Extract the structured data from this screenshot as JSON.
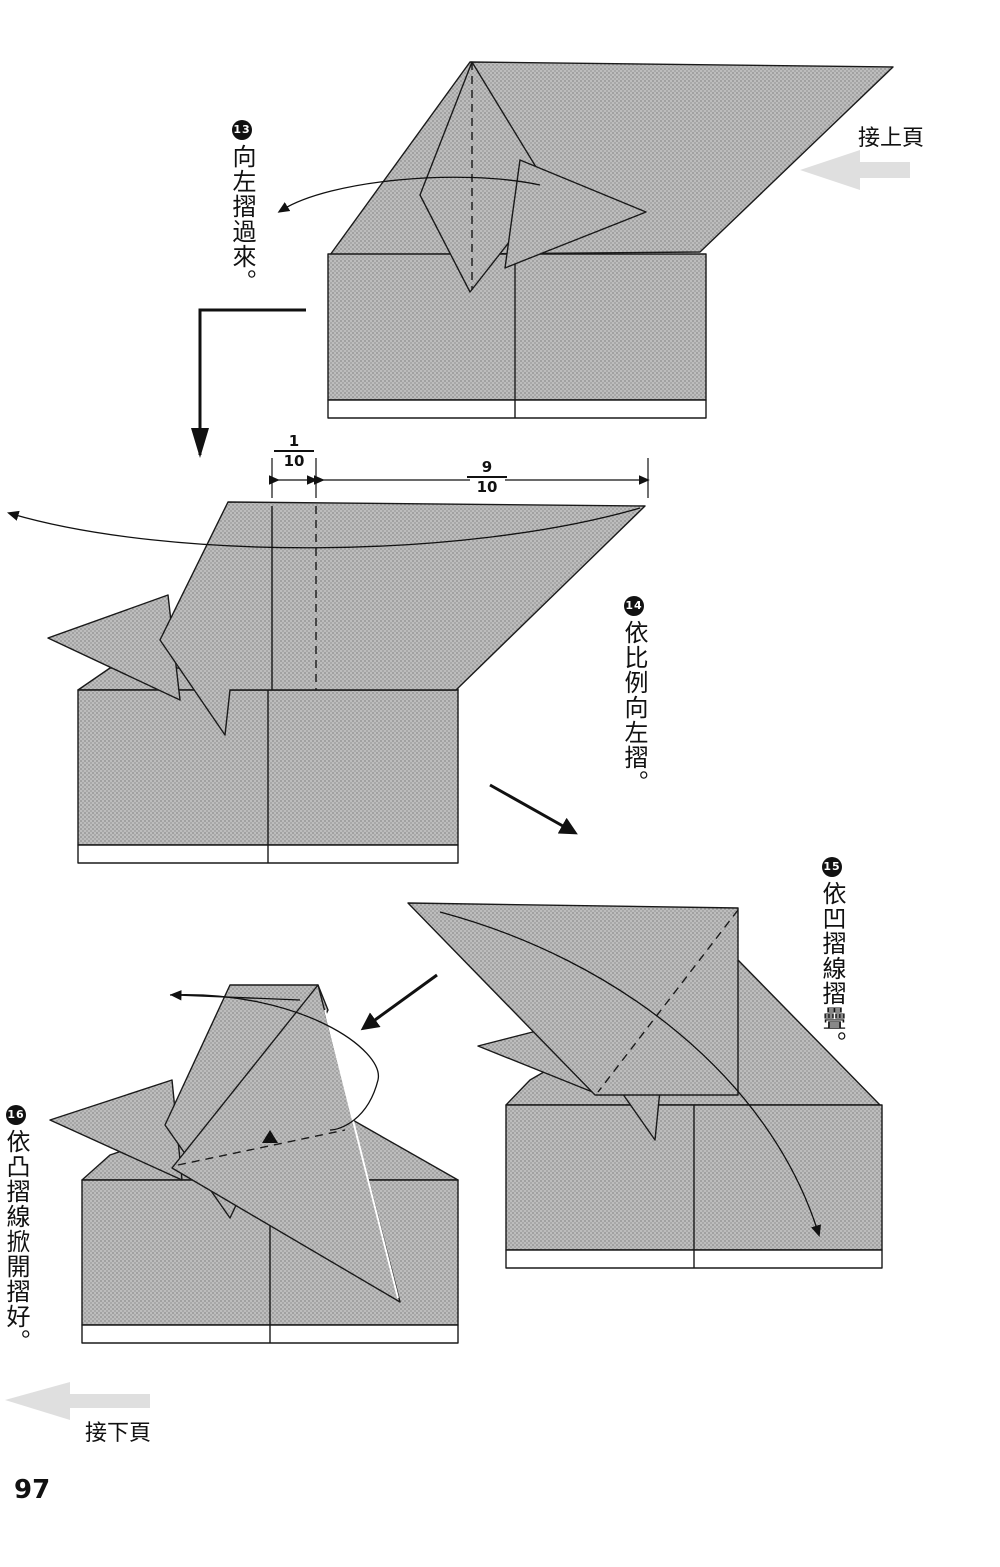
{
  "page": {
    "number": "97"
  },
  "nav": {
    "continue_from_prev": "接上頁",
    "continue_to_next": "接下頁"
  },
  "steps": [
    {
      "number": "13",
      "instruction": "向左摺過來。"
    },
    {
      "number": "14",
      "instruction": "依比例向左摺。"
    },
    {
      "number": "15",
      "instruction": "依凹摺線摺疊。"
    },
    {
      "number": "16",
      "instruction": "依凸摺線掀開摺好。"
    }
  ],
  "ratios": {
    "left": {
      "numerator": "1",
      "denominator": "10"
    },
    "right": {
      "numerator": "9",
      "denominator": "10"
    }
  },
  "colors": {
    "paper": "#b9b9b9",
    "stroke": "#1a1a1a",
    "white_band": "#ffffff",
    "hint_arrow": "#dcdcdc"
  },
  "icons": [
    "fold-arrow-icon",
    "step-arrow-icon",
    "continue-arrow-icon"
  ]
}
